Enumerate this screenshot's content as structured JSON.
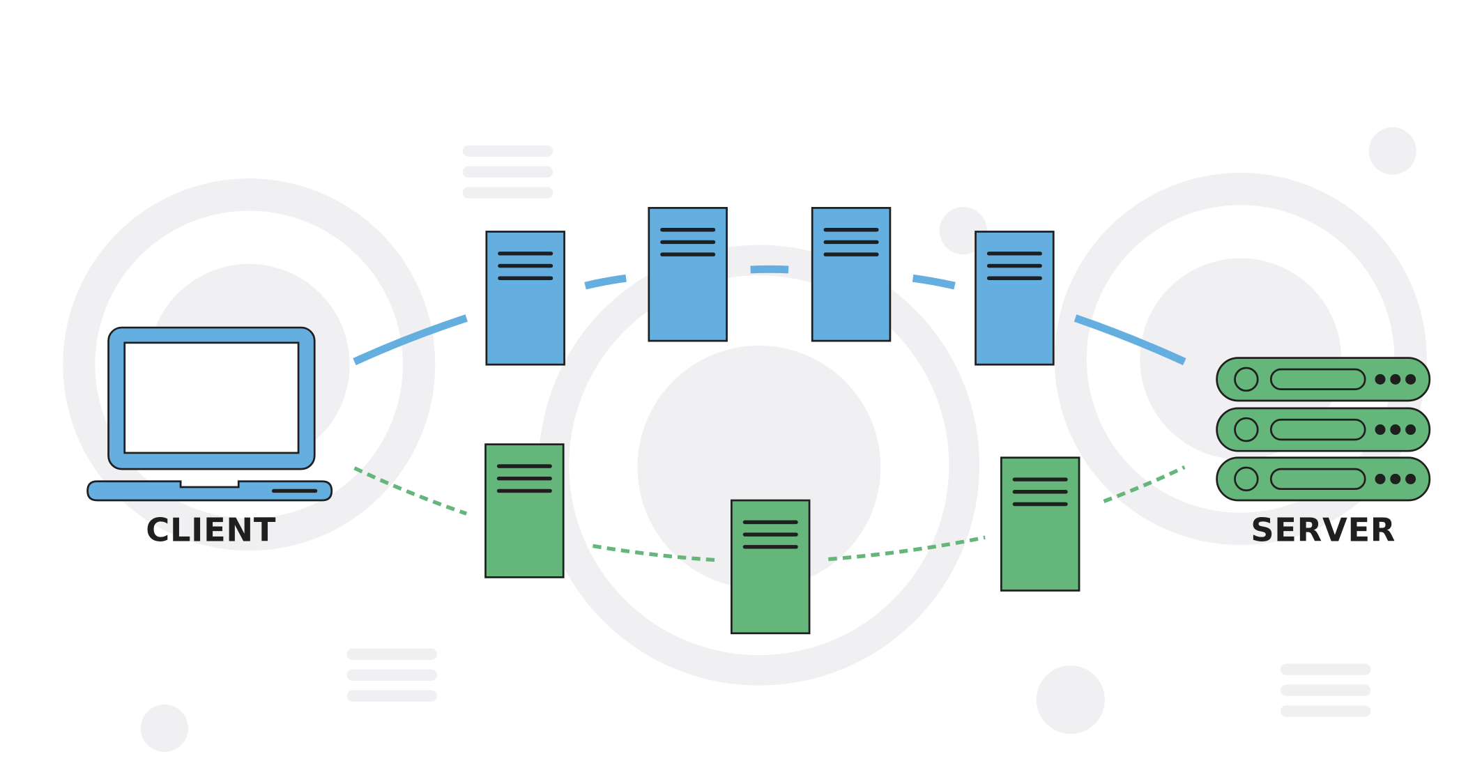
{
  "diagram": {
    "client_label": "CLIENT",
    "server_label": "SERVER"
  },
  "colors": {
    "background": "#ffffff",
    "decor": "#f0f0f2",
    "blue_fill": "#64aee0",
    "green_fill": "#65b67a",
    "outline": "#1f1f1f",
    "screen": "#ffffff",
    "label_text": "#1f1f1f"
  },
  "icons": {
    "client": "laptop-icon",
    "server": "server-rack-icon",
    "relay": "server-tower-icon"
  },
  "paths": {
    "top_path": {
      "style": "solid",
      "color": "blue",
      "relay_count": 4
    },
    "bottom_path": {
      "style": "dotted",
      "color": "green",
      "relay_count": 3
    }
  }
}
